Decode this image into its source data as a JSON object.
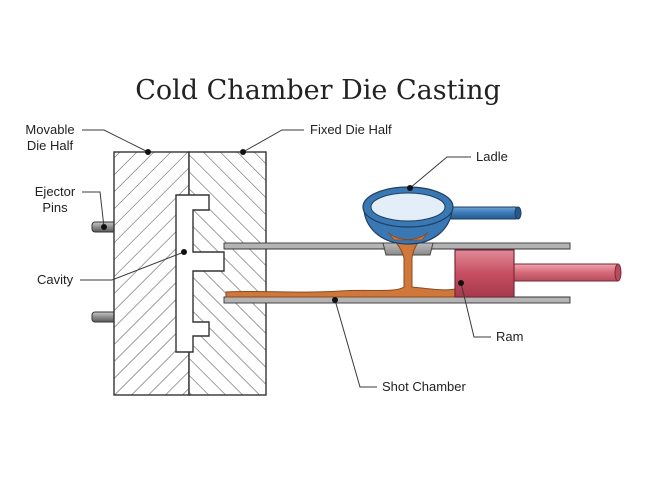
{
  "title": "Cold Chamber Die Casting",
  "labels": {
    "movable_die_half": [
      "Movable",
      "Die Half"
    ],
    "fixed_die_half": "Fixed Die Half",
    "ladle": "Ladle",
    "ejector_pins": [
      "Ejector",
      "Pins"
    ],
    "cavity": "Cavity",
    "ram": "Ram",
    "shot_chamber": "Shot Chamber"
  },
  "colors": {
    "die_hatch": "#555555",
    "ladle_blue": "#3a78b4",
    "ladle_inner": "#e4eef8",
    "molten_metal": "#d0783c",
    "ram_red": "#c74e61",
    "ram_rod": "#d66a79",
    "pins_gray": "#8d8d8d",
    "chamber_wall": "#8a8a8a"
  }
}
